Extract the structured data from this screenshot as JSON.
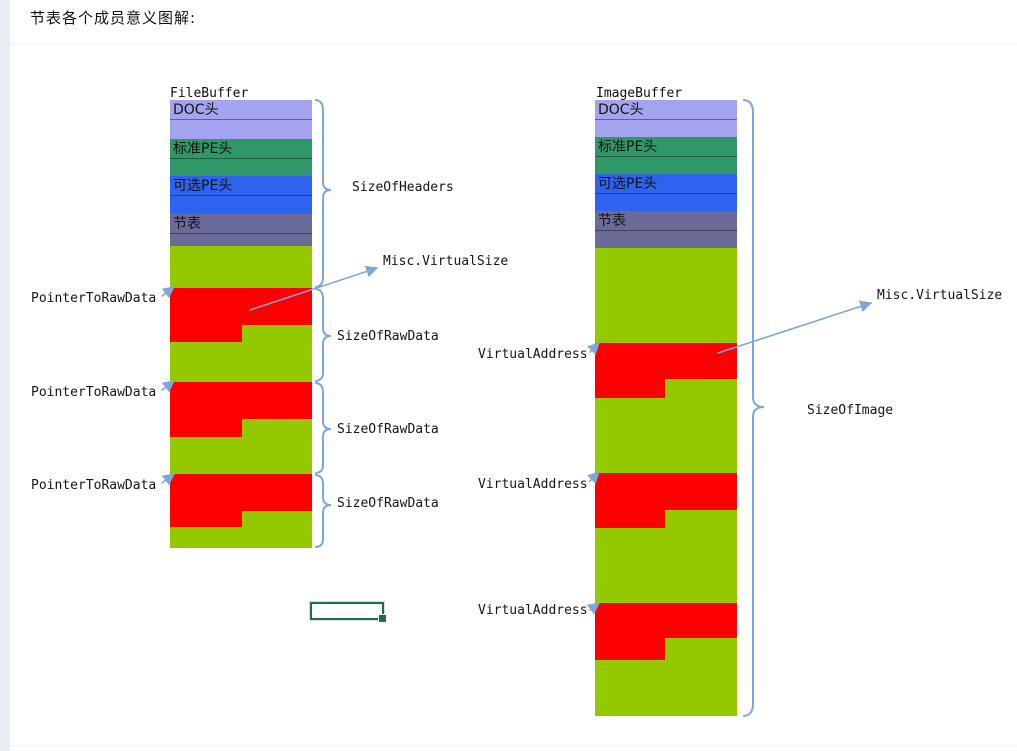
{
  "page": {
    "title": "节表各个成员意义图解:"
  },
  "colors": {
    "doc": "#a3a3f0",
    "pe_std": "#2f9768",
    "pe_opt": "#2e63f0",
    "section_table": "#6b6b99",
    "section_data": "#94c900",
    "raw_data": "#fe0000",
    "connector": "#7da7d8",
    "excel_border": "#1e7145",
    "page_margin": "#e9eef4"
  },
  "file_buffer": {
    "title": "FileBuffer",
    "blocks": [
      {
        "name": "dos-header-block",
        "label": "DOC头",
        "color": "doc",
        "h": 39
      },
      {
        "name": "standard-pe-header-block",
        "label": "标准PE头",
        "color": "pe_std",
        "h": 37
      },
      {
        "name": "optional-pe-header-block",
        "label": "可选PE头",
        "color": "pe_opt",
        "h": 38
      },
      {
        "name": "section-table-block",
        "label": "节表",
        "color": "section_table",
        "h": 32
      },
      {
        "name": "section-data-block",
        "color": "section_data",
        "h": 42
      },
      {
        "name": "raw-data-block-1",
        "color": "raw_data",
        "h": 37
      },
      {
        "name": "raw-data-step-1",
        "split": 72,
        "left": "raw_data",
        "right": "section_data",
        "h": 17
      },
      {
        "name": "section-data-block",
        "color": "section_data",
        "h": 40
      },
      {
        "name": "raw-data-block-2",
        "color": "raw_data",
        "h": 37
      },
      {
        "name": "raw-data-step-2",
        "split": 72,
        "left": "raw_data",
        "right": "section_data",
        "h": 18
      },
      {
        "name": "section-data-block",
        "color": "section_data",
        "h": 37
      },
      {
        "name": "raw-data-block-3",
        "color": "raw_data",
        "h": 37
      },
      {
        "name": "raw-data-step-3",
        "split": 72,
        "left": "raw_data",
        "right": "section_data",
        "h": 16
      },
      {
        "name": "section-data-block",
        "color": "section_data",
        "h": 21
      }
    ],
    "labels": {
      "size_of_headers": "SizeOfHeaders",
      "misc_virtual_size": "Misc.VirtualSize",
      "pointer_to_raw_data": [
        "PointerToRawData",
        "PointerToRawData",
        "PointerToRawData"
      ],
      "size_of_raw_data": [
        "SizeOfRawData",
        "SizeOfRawData",
        "SizeOfRawData"
      ]
    }
  },
  "image_buffer": {
    "title": "ImageBuffer",
    "blocks": [
      {
        "name": "dos-header-block",
        "label": "DOC头",
        "color": "doc",
        "h": 37
      },
      {
        "name": "standard-pe-header-block",
        "label": "标准PE头",
        "color": "pe_std",
        "h": 37
      },
      {
        "name": "optional-pe-header-block",
        "label": "可选PE头",
        "color": "pe_opt",
        "h": 37
      },
      {
        "name": "section-table-block",
        "label": "节表",
        "color": "section_table",
        "h": 37
      },
      {
        "name": "section-memory-block",
        "color": "section_data",
        "h": 95
      },
      {
        "name": "virtual-data-block-1",
        "color": "raw_data",
        "h": 36
      },
      {
        "name": "virtual-data-step-1",
        "split": 70,
        "left": "raw_data",
        "right": "section_data",
        "h": 19
      },
      {
        "name": "section-memory-block",
        "color": "section_data",
        "h": 75
      },
      {
        "name": "virtual-data-block-2",
        "color": "raw_data",
        "h": 37
      },
      {
        "name": "virtual-data-step-2",
        "split": 70,
        "left": "raw_data",
        "right": "section_data",
        "h": 18
      },
      {
        "name": "section-memory-block",
        "color": "section_data",
        "h": 75
      },
      {
        "name": "virtual-data-block-3",
        "color": "raw_data",
        "h": 35
      },
      {
        "name": "virtual-data-step-3",
        "split": 70,
        "left": "raw_data",
        "right": "section_data",
        "h": 22
      },
      {
        "name": "section-memory-block",
        "color": "section_data",
        "h": 56
      }
    ],
    "labels": {
      "virtual_address": [
        "VirtualAddress",
        "VirtualAddress",
        "VirtualAddress"
      ],
      "misc_virtual_size": "Misc.VirtualSize",
      "size_of_image": "SizeOfImage"
    }
  }
}
